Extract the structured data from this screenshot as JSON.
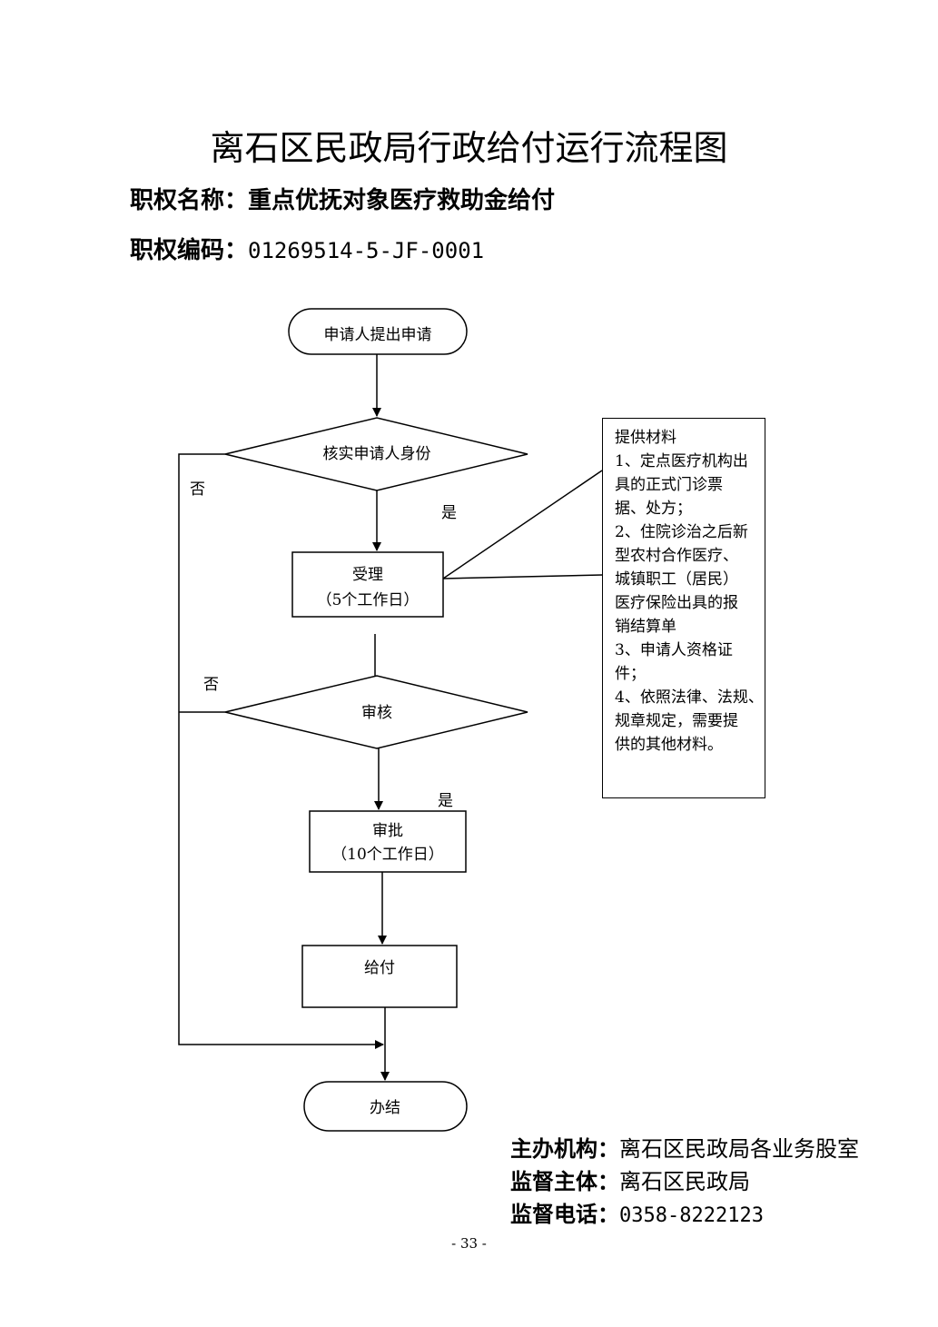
{
  "title": "离石区民政局行政给付运行流程图",
  "power_name": {
    "label": "职权名称：",
    "value": "重点优抚对象医疗救助金给付"
  },
  "power_code": {
    "label": "职权编码：",
    "value": "01269514-5-JF-0001"
  },
  "flow": {
    "start": "申请人提出申请",
    "verify": "核实申请人身份",
    "accept": "受理",
    "accept_time": "（5个工作日）",
    "review": "审核",
    "approve": "审批",
    "approve_time": "（10个工作日）",
    "pay": "给付",
    "end": "办结",
    "yes": "是",
    "no": "否"
  },
  "materials": [
    "提供材料",
    "1、定点医疗机构出",
    "具的正式门诊票",
    "据、处方；",
    "2、住院诊治之后新",
    "型农村合作医疗、",
    "城镇职工（居民）",
    "医疗保险出具的报",
    "销结算单",
    "3、申请人资格证",
    "件；",
    "4、依照法律、法规、",
    "规章规定，需要提",
    "供的其他材料。"
  ],
  "footer": {
    "host_label": "主办机构：",
    "host": "离石区民政局各业务股室",
    "supervisor_label": "监督主体：",
    "supervisor": "离石区民政局",
    "phone_label": "监督电话：",
    "phone": "0358-8222123"
  },
  "page_number": "- 33 -"
}
